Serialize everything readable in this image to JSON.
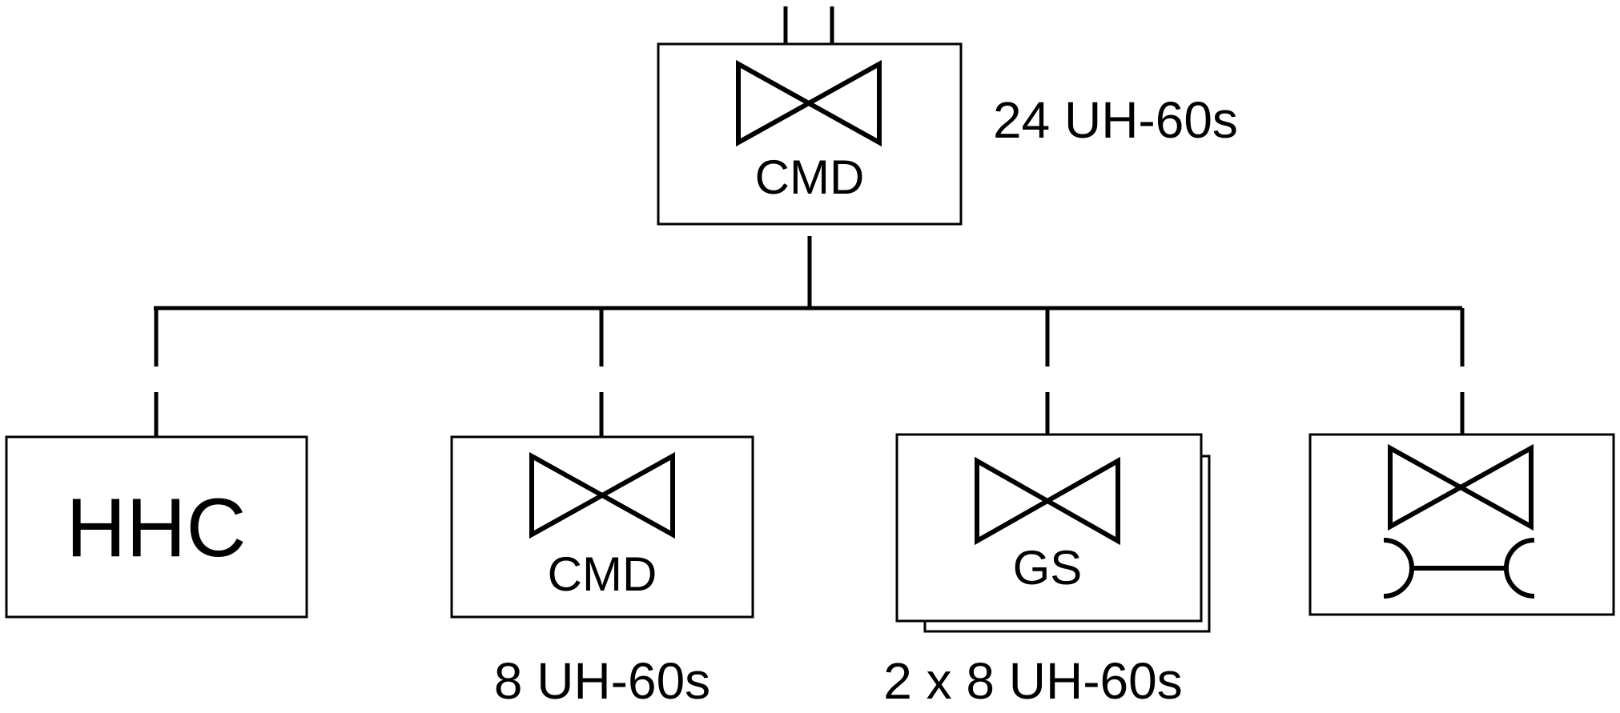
{
  "colors": {
    "stroke": "#000000",
    "background": "#ffffff"
  },
  "top_unit": {
    "label": "CMD",
    "strength": "24 UH-60s",
    "symbol": "rotary-wing-aviation-bowtie-icon"
  },
  "subordinates": [
    {
      "id": "hhc",
      "label": "HHC",
      "strength": "",
      "symbol": ""
    },
    {
      "id": "cmd-company",
      "label": "CMD",
      "strength": "8 UH-60s",
      "symbol": "rotary-wing-aviation-bowtie-icon"
    },
    {
      "id": "gs-companies",
      "label": "GS",
      "strength": "2 x 8 UH-60s",
      "symbol": "rotary-wing-aviation-bowtie-icon",
      "multiple": true
    },
    {
      "id": "maintenance-company",
      "label": "",
      "strength": "",
      "symbol": "aviation-maintenance-icon"
    }
  ]
}
